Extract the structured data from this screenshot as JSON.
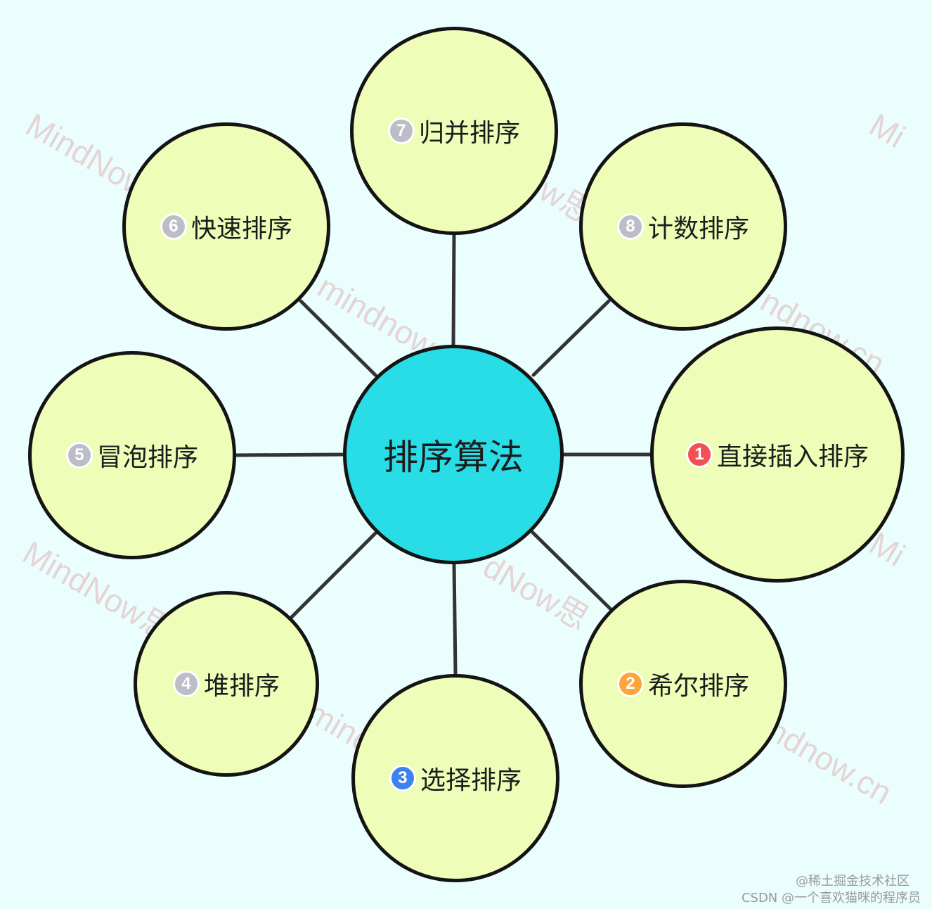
{
  "center": {
    "label": "排序算法"
  },
  "nodes": [
    {
      "num": "1",
      "label": "直接插入排序",
      "badge_color": "#f25055"
    },
    {
      "num": "2",
      "label": "希尔排序",
      "badge_color": "#fba53b"
    },
    {
      "num": "3",
      "label": "选择排序",
      "badge_color": "#3e82ee"
    },
    {
      "num": "4",
      "label": "堆排序",
      "badge_color": "#bdbdc7"
    },
    {
      "num": "5",
      "label": "冒泡排序",
      "badge_color": "#bdbdc7"
    },
    {
      "num": "6",
      "label": "快速排序",
      "badge_color": "#bdbdc7"
    },
    {
      "num": "7",
      "label": "归并排序",
      "badge_color": "#bdbdc7"
    },
    {
      "num": "8",
      "label": "计数排序",
      "badge_color": "#bdbdc7"
    }
  ],
  "watermarks": [
    "MindNow",
    "mindnow.cn",
    "Mi",
    "MindNow思",
    "ndnow.cn",
    "Mi",
    "dNow思",
    "w思",
    "ndnow.cn",
    "mind"
  ],
  "credits": {
    "line1": "@稀土掘金技术社区",
    "line2": "CSDN @一个喜欢猫咪的程序员"
  },
  "colors": {
    "background": "#ebfefe",
    "node_fill": "#eefdb7",
    "center_fill": "#29dde6",
    "line": "#333333"
  }
}
